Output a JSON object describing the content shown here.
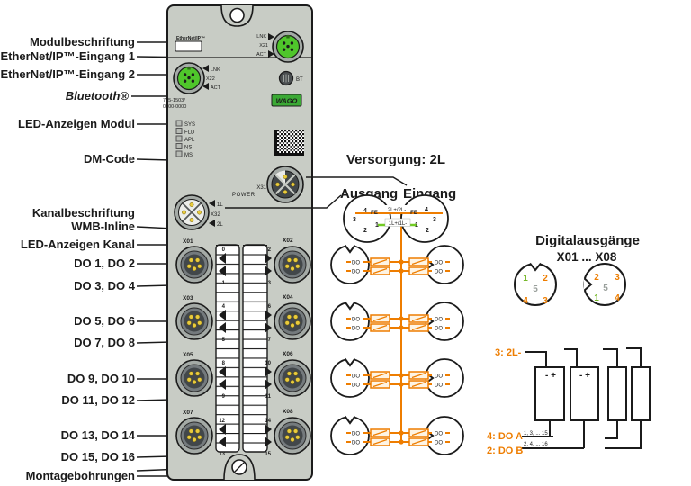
{
  "colors": {
    "accent_orange": "#EE7D00",
    "connector_green": "#4FC62B",
    "wire_green": "#72CC23",
    "pin1_green": "#76B82A",
    "pin_yellow": "#E9CB3C",
    "body_gray": "#C8CCC5",
    "logo_green": "#3BA935"
  },
  "labels": [
    "Modulbeschriftung",
    "EtherNet/IP™-Eingang 1",
    "EtherNet/IP™-Eingang 2",
    "Bluetooth®",
    "LED-Anzeigen Modul",
    "DM-Code",
    "Kanalbeschriftung",
    "WMB-Inline",
    "LED-Anzeigen Kanal",
    "DO 1, DO 2",
    "DO 3, DO 4",
    "DO 5, DO 6",
    "DO 7, DO 8",
    "DO 9, DO 10",
    "DO 11, DO 12",
    "DO 13, DO 14",
    "DO 15, DO 16",
    "Montagebohrungen"
  ],
  "module": {
    "plate": "EtherNet/IP™",
    "x21": {
      "lnk": "LNK",
      "id": "X21",
      "act": "ACT"
    },
    "x22": {
      "lnk": "LNK",
      "id": "X22",
      "act": "ACT"
    },
    "bt": "BT",
    "article1": "765-1503/",
    "article2": "0100-0000",
    "leds": [
      "SYS",
      "FLD",
      "APL",
      "NS",
      "MS"
    ],
    "logo": "WAGO",
    "x31": {
      "id": "X31",
      "label": "POWER"
    },
    "x32": {
      "l1": "1L",
      "id": "X32",
      "l2": "2L"
    },
    "sockets": [
      {
        "id": "X01",
        "a": "0",
        "b": "1"
      },
      {
        "id": "X02",
        "a": "2",
        "b": "3"
      },
      {
        "id": "X03",
        "a": "4",
        "b": "5"
      },
      {
        "id": "X04",
        "a": "6",
        "b": "7"
      },
      {
        "id": "X05",
        "a": "8",
        "b": "9"
      },
      {
        "id": "X06",
        "a": "10",
        "b": "11"
      },
      {
        "id": "X07",
        "a": "12",
        "b": "13"
      },
      {
        "id": "X08",
        "a": "14",
        "b": "15"
      }
    ]
  },
  "supply": {
    "title": "Versorgung: 2L",
    "out": "Ausgang",
    "in": "Eingang",
    "wire_top": "2L+/2L-",
    "wire_bottom": "1L+/1L-",
    "out_pins": {
      "p4": "4",
      "fe": "FE",
      "p3": "3",
      "p1": "1",
      "p2": "2"
    },
    "in_pins": {
      "fe": "FE",
      "p4": "4",
      "p1": "1",
      "p3": "3",
      "p2": "2"
    }
  },
  "chain": {
    "do": "DO"
  },
  "digital": {
    "title": "Digitalausgänge",
    "subtitle": "X01 ... X08",
    "front": {
      "p1": "1",
      "p2": "2",
      "p5": "5",
      "p4": "4",
      "p3": "3"
    },
    "side": {
      "p2": "2",
      "p3": "3",
      "p5": "5",
      "p1": "1",
      "p4": "4"
    },
    "l2minus": "3: 2L-",
    "doa": "4: DO A",
    "dob": "2: DO B",
    "odd": "1, 3, ... 15",
    "even": "2, 4, ... 16",
    "polarity": "- +"
  }
}
